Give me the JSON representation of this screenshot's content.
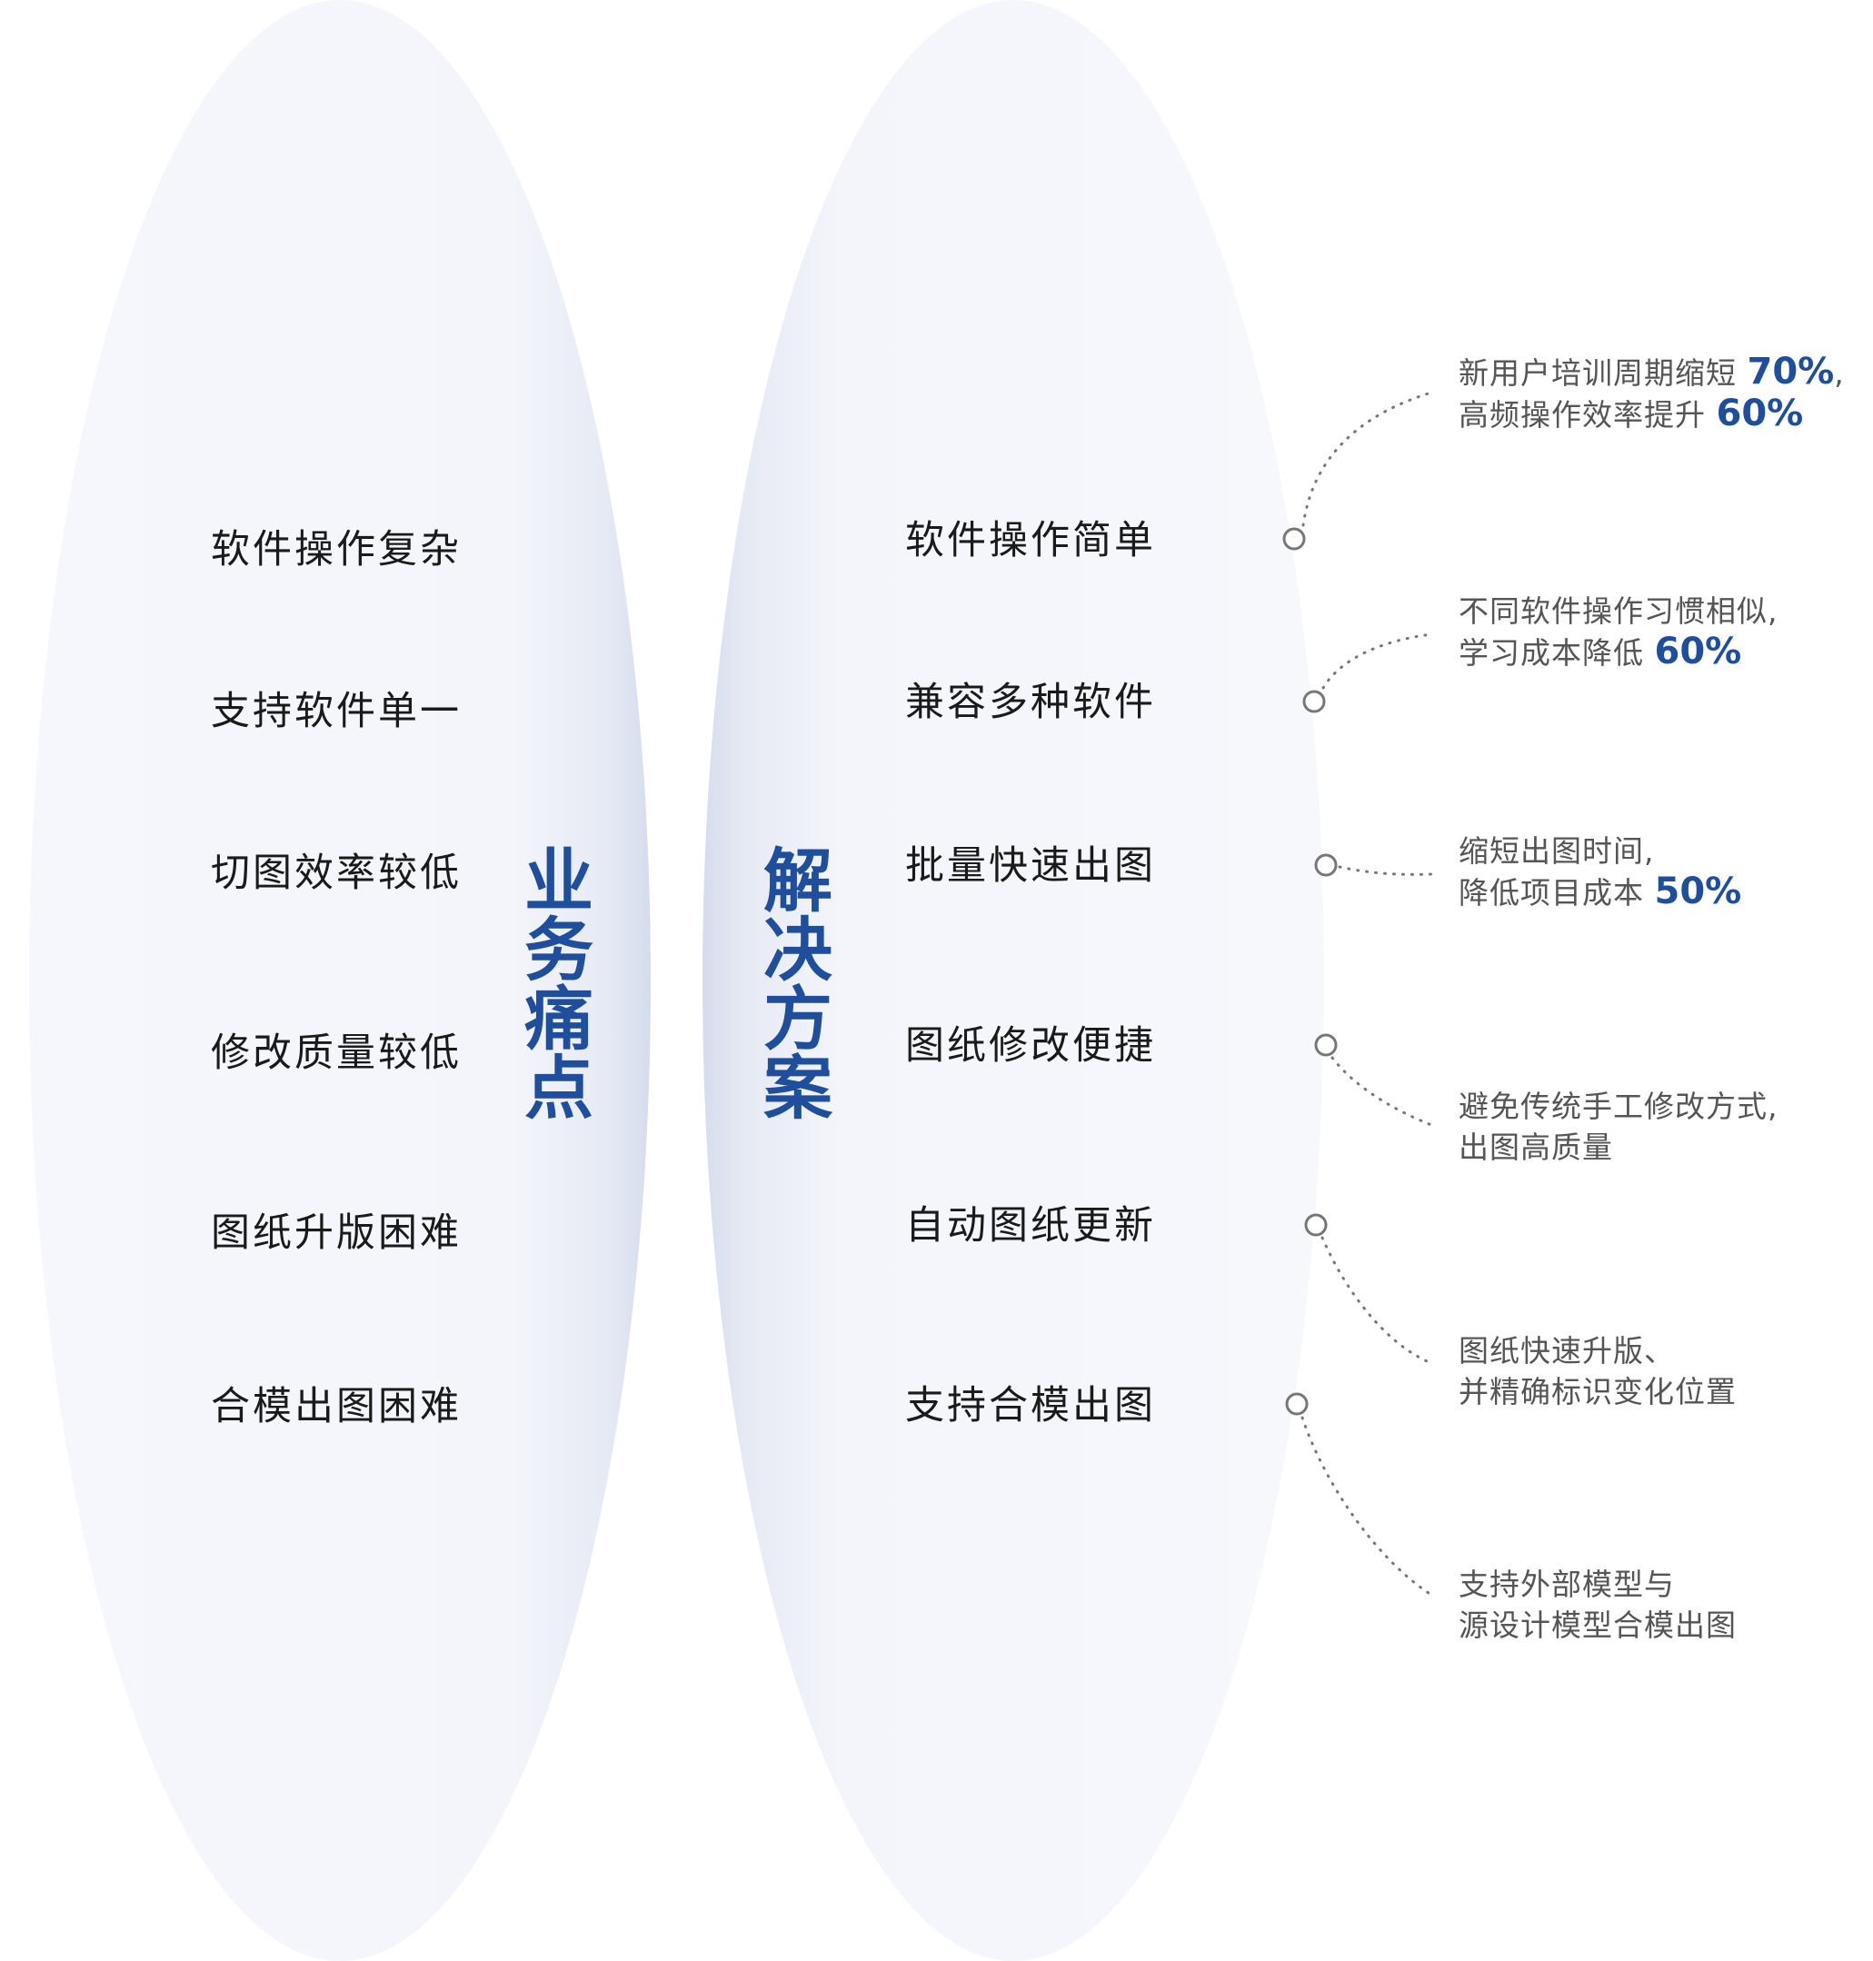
{
  "pain_title": "业务痛点",
  "solution_title": "解决方案",
  "colors": {
    "accent": "#1f4e9c",
    "ellipse_fill": "#f5f7fc",
    "ellipse_shade": "#d9dfee",
    "connector": "#777777",
    "item_text": "#1a1a1a",
    "note_text": "#555555"
  },
  "pain_points": [
    "软件操作复杂",
    "支持软件单一",
    "切图效率较低",
    "修改质量较低",
    "图纸升版困难",
    "合模出图困难"
  ],
  "solutions": [
    "软件操作简单",
    "兼容多种软件",
    "批量快速出图",
    "图纸修改便捷",
    "自动图纸更新",
    "支持合模出图"
  ],
  "benefits": [
    {
      "line1": "新用户培训周期缩短",
      "line1_value": "70%",
      "line1_suffix": ",",
      "line2": "高频操作效率提升",
      "line2_value": "60%"
    },
    {
      "line1": "不同软件操作习惯相似,",
      "line1_value": "",
      "line1_suffix": "",
      "line2": "学习成本降低",
      "line2_value": "60%"
    },
    {
      "line1": "缩短出图时间,",
      "line1_value": "",
      "line1_suffix": "",
      "line2": "降低项目成本",
      "line2_value": "50%"
    },
    {
      "line1": "避免传统手工修改方式,",
      "line1_value": "",
      "line1_suffix": "",
      "line2": "出图高质量",
      "line2_value": ""
    },
    {
      "line1": "图纸快速升版、",
      "line1_value": "",
      "line1_suffix": "",
      "line2": "并精确标识变化位置",
      "line2_value": ""
    },
    {
      "line1": "支持外部模型与",
      "line1_value": "",
      "line1_suffix": "",
      "line2": "源设计模型合模出图",
      "line2_value": ""
    }
  ]
}
